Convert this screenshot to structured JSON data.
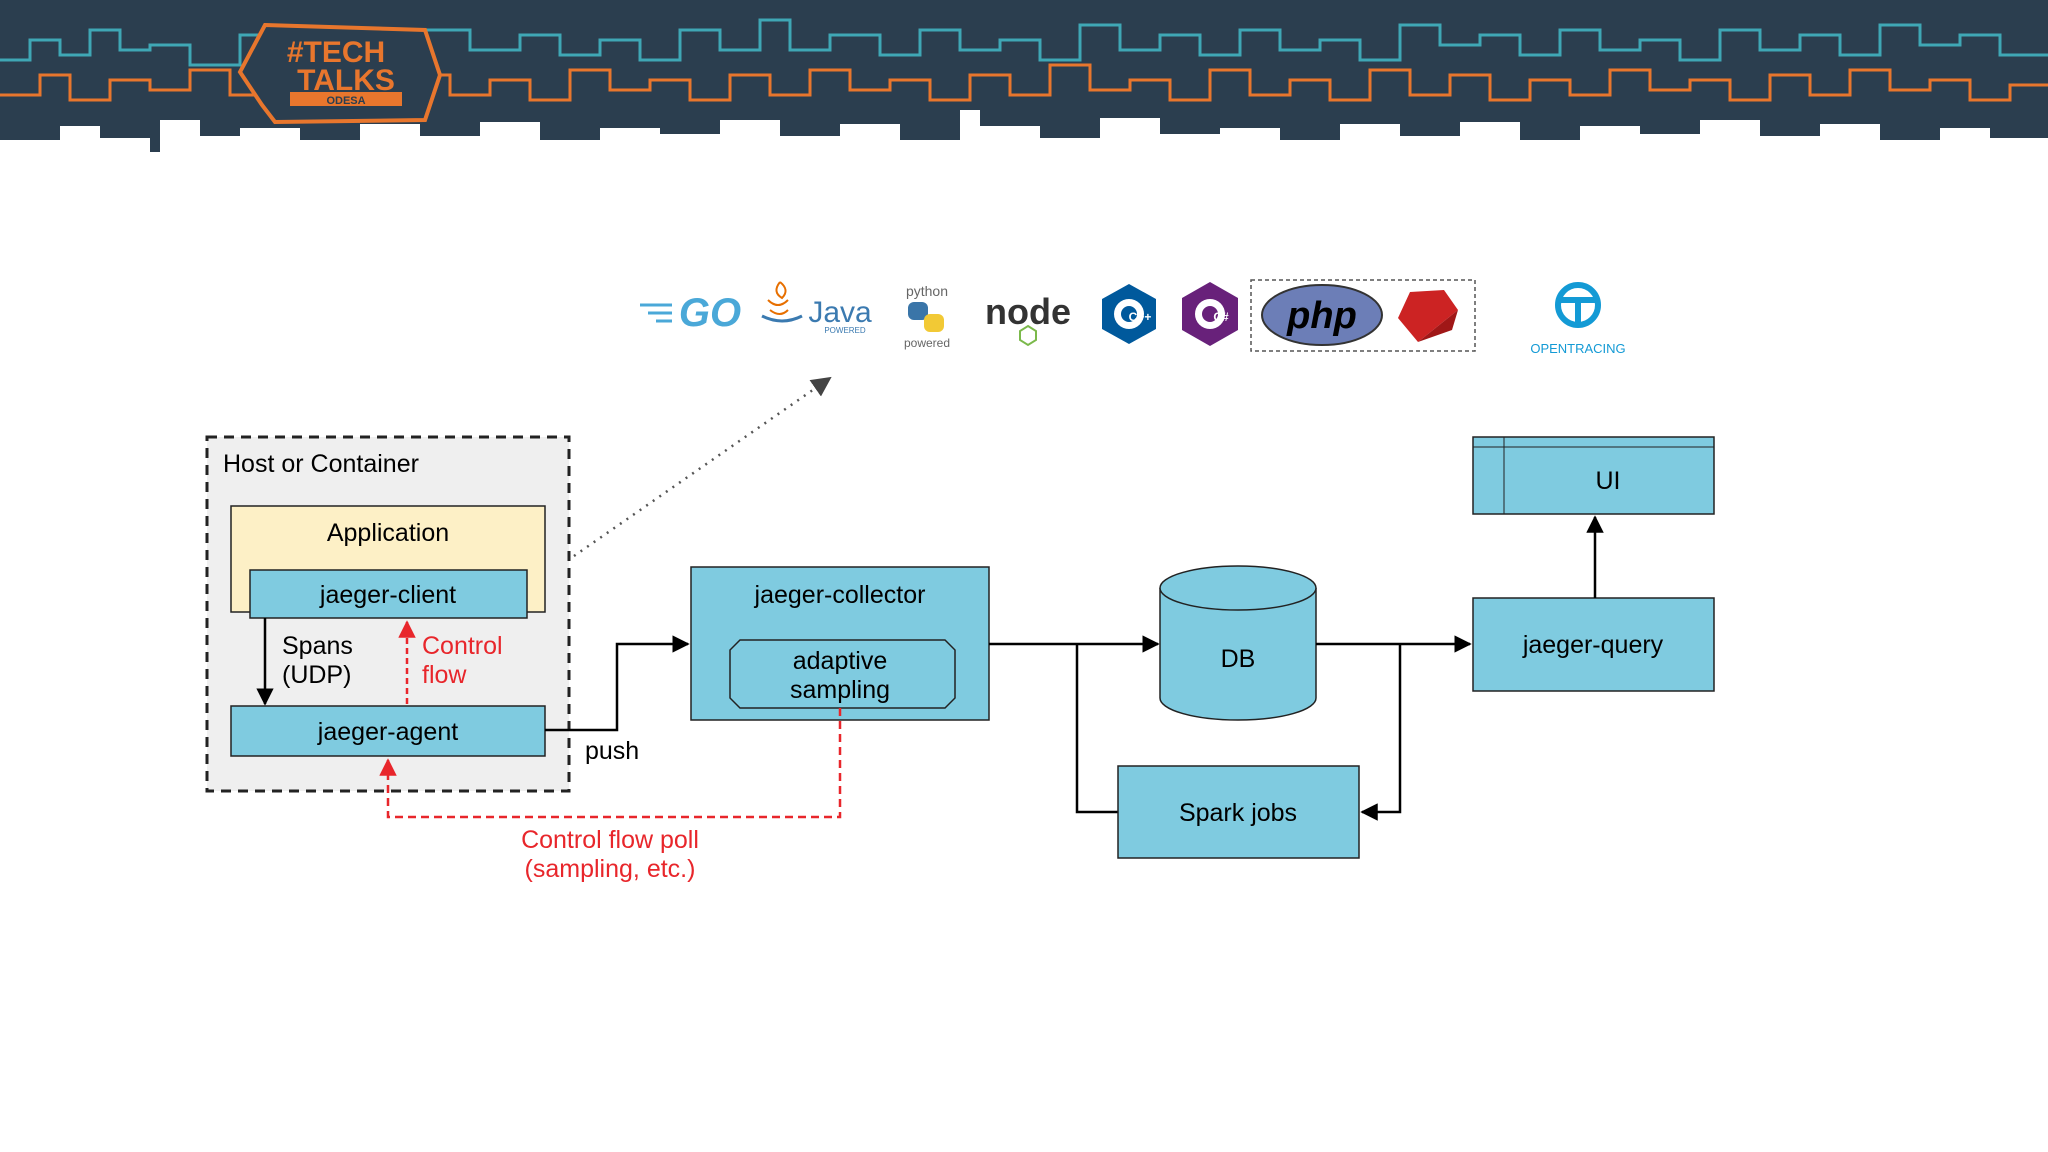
{
  "header": {
    "logo_hash": "#TECH",
    "logo_talks": "TALKS",
    "logo_city": "ODESA"
  },
  "languages": {
    "go": "GO",
    "java": "Java",
    "java_sub": "POWERED",
    "python_top": "python",
    "python_bottom": "powered",
    "node": "node",
    "cpp": "C++",
    "csharp": "C#",
    "php": "php",
    "opentracing": "OPENTRACING"
  },
  "diagram": {
    "host_label": "Host or Container",
    "application": "Application",
    "jaeger_client": "jaeger-client",
    "spans_line1": "Spans",
    "spans_line2": "(UDP)",
    "control_flow_line1": "Control",
    "control_flow_line2": "flow",
    "jaeger_agent": "jaeger-agent",
    "push": "push",
    "jaeger_collector": "jaeger-collector",
    "adaptive_line1": "adaptive",
    "adaptive_line2": "sampling",
    "poll_line1": "Control flow poll",
    "poll_line2": "(sampling, etc.)",
    "db": "DB",
    "spark_jobs": "Spark jobs",
    "jaeger_query": "jaeger-query",
    "ui": "UI"
  },
  "colors": {
    "banner_bg": "#2b3e4f",
    "skyline_teal": "#3fa7b5",
    "skyline_orange": "#e8762d",
    "box_fill": "#7fcbe0",
    "app_fill": "#fdf0c6",
    "host_fill": "#efefef",
    "control_red": "#e8262b"
  }
}
